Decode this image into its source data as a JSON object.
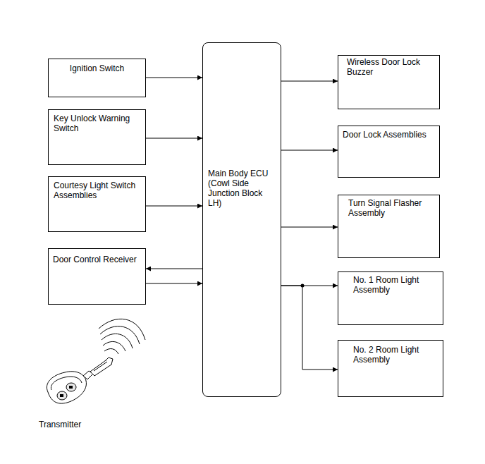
{
  "diagram": {
    "nodes": [
      {
        "text": [
          "Ignition Switch"
        ]
      },
      {
        "text": [
          "Key Unlock Warning Switch"
        ]
      },
      {
        "text": [
          "Courtesy Light Switch Assemblies"
        ]
      },
      {
        "text": [
          "Door Control Receiver"
        ]
      },
      {
        "text": [
          "Main Body ECU (Cowl Side Junction Block LH)"
        ]
      },
      {
        "text": [
          "Wireless Door Lock Buzzer"
        ]
      },
      {
        "text": [
          "Door Lock Assemblies"
        ]
      },
      {
        "text": [
          "Turn Signal Flasher Assembly"
        ]
      },
      {
        "text": [
          "No. 1 Room Light Assembly"
        ]
      },
      {
        "text": [
          "No. 2 Room Light Assembly"
        ]
      }
    ],
    "edges": [
      {
        "from": 0,
        "to": 4,
        "arrow": "to"
      },
      {
        "from": 1,
        "to": 4,
        "arrow": "to"
      },
      {
        "from": 2,
        "to": 4,
        "arrow": "to"
      },
      {
        "from": 4,
        "to": 3,
        "arrow": "to"
      },
      {
        "from": 3,
        "to": 4,
        "arrow": "to"
      },
      {
        "from": 4,
        "to": 5,
        "arrow": "to"
      },
      {
        "from": 4,
        "to": 6,
        "arrow": "to"
      },
      {
        "from": 4,
        "to": 7,
        "arrow": "to"
      },
      {
        "from": 4,
        "to": 8,
        "arrow": "to"
      },
      {
        "from": 4,
        "to": 9,
        "arrow": "to"
      }
    ],
    "labels": [
      "Transmitter"
    ]
  }
}
